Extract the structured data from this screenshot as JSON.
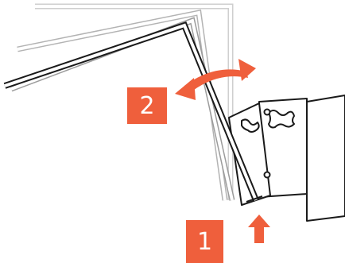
{
  "colors": {
    "accent": "#ef5f3c",
    "outline": "#1a1a1a",
    "ghost_outline": "#a8a8a8",
    "ghost_outline_light": "#c8c8c8",
    "background": "#ffffff"
  },
  "steps": {
    "step_1_label": "1",
    "step_2_label": "2"
  },
  "icons": {
    "rotate": "curved-double-arrow-icon",
    "push": "up-arrow-icon",
    "rod": "bent-rod",
    "clip": "clip-housing"
  }
}
